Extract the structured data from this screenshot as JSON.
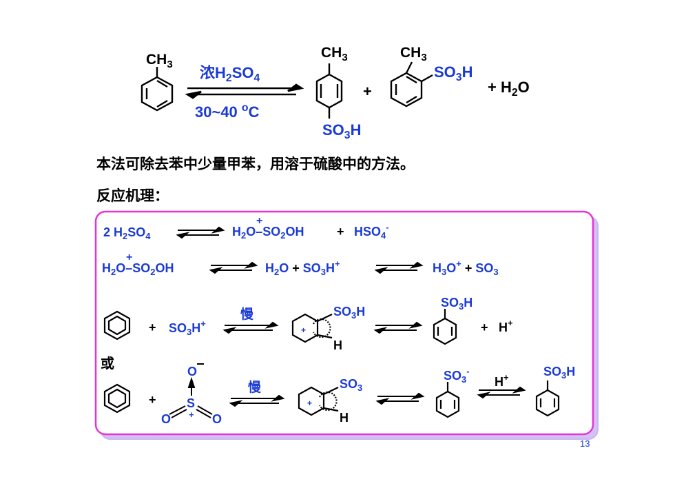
{
  "top": {
    "toluene_label": "CH3",
    "condition_top": "浓H2SO4",
    "condition_bottom": "30~40 oC",
    "para_ch3": "CH3",
    "para_so3h": "SO3H",
    "ortho_ch3": "CH3",
    "ortho_so3h": "SO3H",
    "plus": "+",
    "water": "+ H2O"
  },
  "text_line1": "本法可除去苯中少量甲苯，用溶于硫酸中的方法。",
  "text_line2": "反应机理：",
  "mechanism": {
    "eq1_left": "2 H2SO4",
    "eq1_mid": "H2O–SO2OH",
    "eq1_plus": "+",
    "eq1_right": "HSO4-",
    "eq2_left": "H2O–SO2OH",
    "eq2_mid": "H2O + SO3H+",
    "eq2_right": "H3O+ + SO3",
    "eq3_plus1": "+",
    "eq3_reagent": "SO3H+",
    "eq3_slow": "慢",
    "eq3_sigma_group": "SO3H",
    "eq3_sigma_h": "H",
    "eq3_product_group": "SO3H",
    "eq3_plus2": "+",
    "eq3_proton": "H+",
    "or_label": "或",
    "eq4_plus": "+",
    "eq4_o_minus": "O",
    "eq4_s": "S",
    "eq4_o_left": "O",
    "eq4_o_right": "O",
    "eq4_slow": "慢",
    "eq4_sigma_group": "SO3",
    "eq4_sigma_h": "H",
    "eq4_anion_group": "SO3-",
    "eq4_acid": "H+",
    "eq4_product_group": "SO3H"
  },
  "page_number": "13",
  "colors": {
    "blue": "#1a3ad6",
    "black": "#000000",
    "box_border": "#e832d8",
    "box_shadow": "#c8b4f0"
  }
}
